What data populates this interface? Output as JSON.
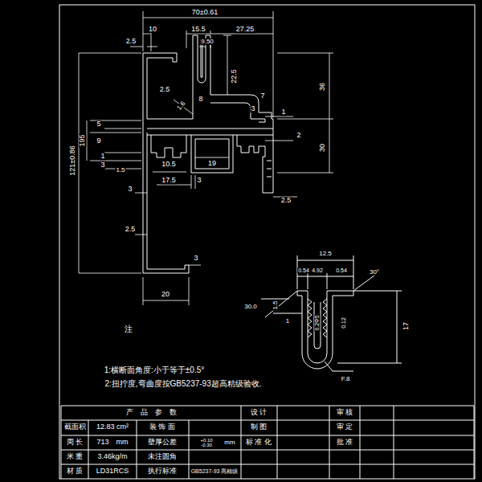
{
  "diagram": {
    "labels": [
      "70±0.61",
      "10",
      "15.5",
      "27.25",
      "2.5",
      "9.50",
      "22.5",
      "36",
      "2.5",
      "8",
      "1.6",
      "7",
      "3",
      "1",
      "5",
      "195",
      "9",
      "1",
      "3",
      "1.5",
      "10.5",
      "19",
      "17.5",
      "3",
      "2",
      "30",
      "121±0.86",
      "3",
      "2.5",
      "2.5",
      "3",
      "20",
      "12.5",
      "0.54",
      "4.92",
      "0.54",
      "30°",
      "30.0",
      "1.5",
      "1",
      "0.2Φ5",
      "0.12",
      "17",
      "F.8",
      "注",
      "1:横断面角度:小于等于±0.5°",
      "2:扭拧度,弯曲度按GB5237-93超高精级验收.",
      "产　品　参　数",
      "设 计",
      "审 核",
      "截面积",
      "12.83 cm²",
      "装 饰 面",
      "制 图",
      "审 定",
      "周 长",
      "713　mm",
      "壁厚公差",
      "+0.10 -0.30",
      "mm",
      "标 准 化",
      "批 准",
      "米 重",
      "3.46kg/m",
      "未注圆角",
      "材 质",
      "LD31RCS",
      "执行标准",
      "GB5237-93 高精级"
    ]
  }
}
